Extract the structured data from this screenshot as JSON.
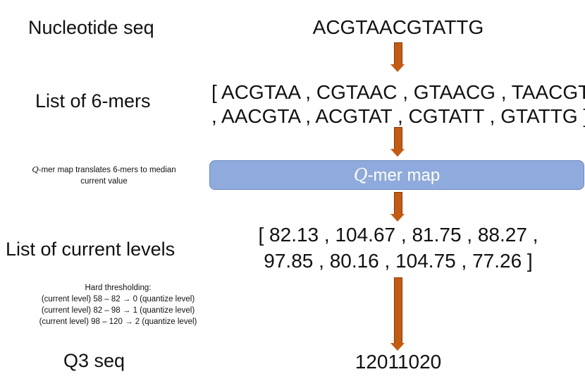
{
  "labels": {
    "nucleotide": "Nucleotide seq",
    "sixmers": "List of 6-mers",
    "currents": "List of current levels",
    "q3": "Q3 seq"
  },
  "values": {
    "sequence": "ACGTAACGTATTG",
    "sixmers_line1": "[ ACGTAA , CGTAAC , GTAACG , TAACGT ,",
    "sixmers_line2": ", AACGTA , ACGTAT , CGTATT , GTATTG ]",
    "currents_line1": "[ 82.13 , 104.67 , 81.75 , 88.27 ,",
    "currents_line2": "97.85 , 80.16 , 104.75 , 77.26 ]",
    "q3": "12011020"
  },
  "qmap": {
    "symbol": "Q",
    "box_suffix": "-mer map",
    "note_suffix": "-mer map translates 6-mers to median",
    "note_line2": "current value"
  },
  "threshold": {
    "title": "Hard thresholding:",
    "rules": [
      "(current level) 58 – 82 → 0 (quantize level)",
      "(current level) 82 – 98 → 1 (quantize level)",
      "(current level) 98 – 120 → 2 (quantize level)"
    ]
  },
  "colors": {
    "arrow": "#c55a11",
    "box": "#8faadc"
  }
}
